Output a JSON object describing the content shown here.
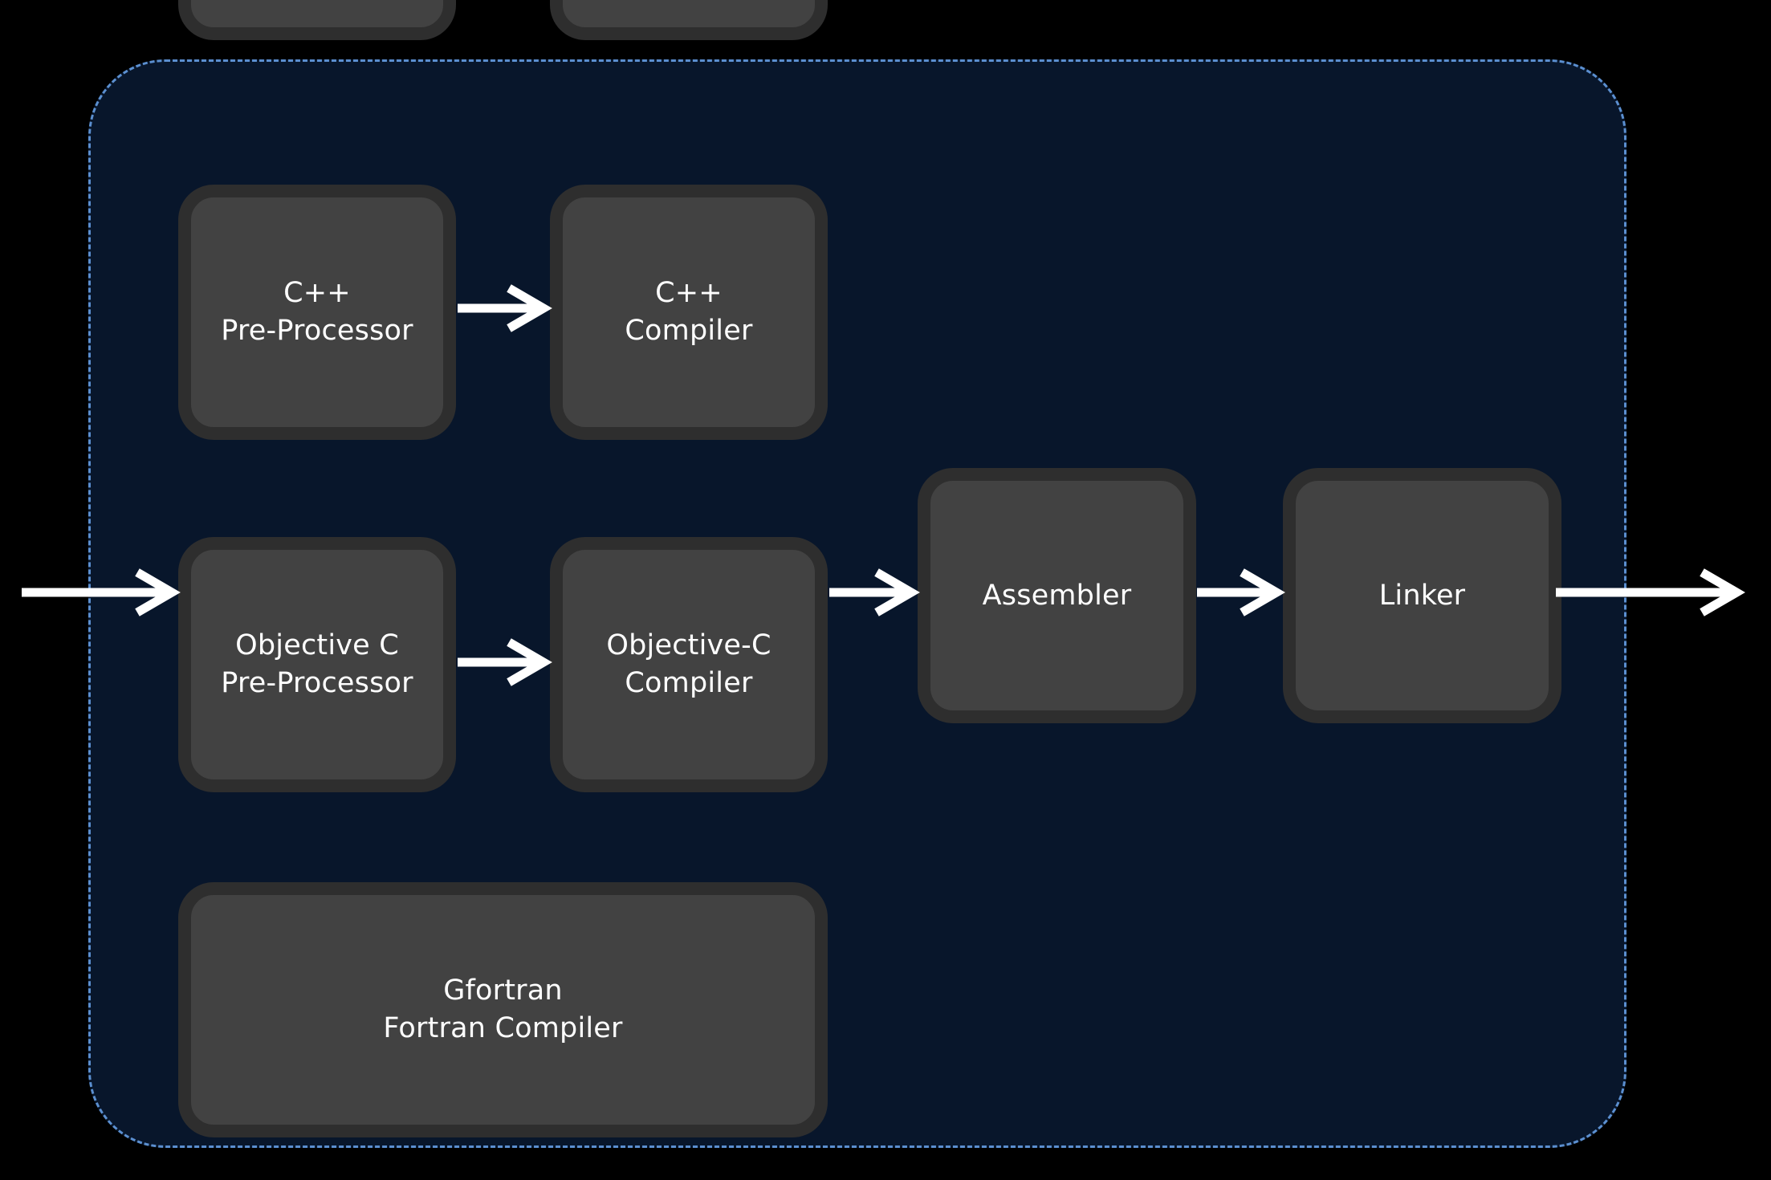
{
  "colors": {
    "background": "#000000",
    "group_fill": "#08162b",
    "group_border": "#5b8fd0",
    "node_fill": "#424242",
    "node_border": "#2e2e2e",
    "text": "#ffffff",
    "arrow": "#ffffff"
  },
  "nodes": {
    "cpp_preprocessor": {
      "line1": "C++",
      "line2": "Pre-Processor"
    },
    "cpp_compiler": {
      "line1": "C++",
      "line2": "Compiler"
    },
    "objc_preprocessor": {
      "line1": "Objective C",
      "line2": "Pre-Processor"
    },
    "objc_compiler": {
      "line1": "Objective-C",
      "line2": "Compiler"
    },
    "assembler": {
      "line1": "Assembler"
    },
    "linker": {
      "line1": "Linker"
    },
    "gfortran": {
      "line1": "Gfortran",
      "line2": "Fortran Compiler"
    }
  },
  "edges": [
    {
      "from": "input",
      "to": "objc_preprocessor"
    },
    {
      "from": "cpp_preprocessor",
      "to": "cpp_compiler"
    },
    {
      "from": "objc_preprocessor",
      "to": "objc_compiler"
    },
    {
      "from": "objc_compiler",
      "to": "assembler"
    },
    {
      "from": "assembler",
      "to": "linker"
    },
    {
      "from": "linker",
      "to": "output"
    }
  ]
}
